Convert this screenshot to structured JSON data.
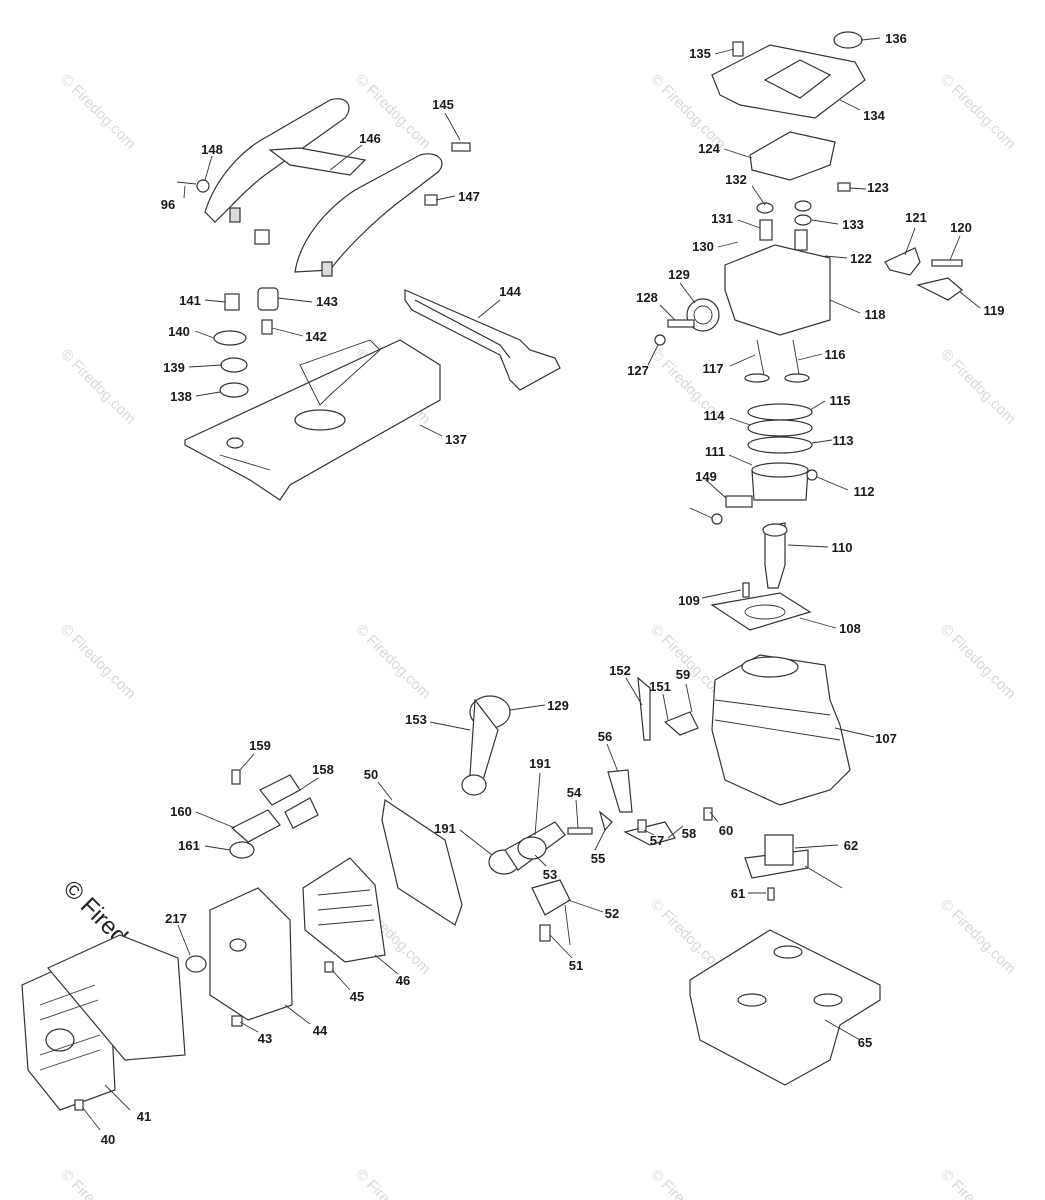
{
  "watermark": {
    "text": "© Firedog.com"
  },
  "callouts": [
    "96",
    "148",
    "146",
    "145",
    "147",
    "141",
    "143",
    "140",
    "142",
    "139",
    "138",
    "144",
    "137",
    "135",
    "136",
    "134",
    "124",
    "132",
    "123",
    "131",
    "133",
    "121",
    "120",
    "130",
    "122",
    "129",
    "128",
    "118",
    "119",
    "127",
    "117",
    "116",
    "114",
    "115",
    "113",
    "111",
    "112",
    "149",
    "110",
    "109",
    "108",
    "152",
    "59",
    "151",
    "107",
    "56",
    "153",
    "129",
    "159",
    "158",
    "50",
    "54",
    "191",
    "60",
    "57",
    "58",
    "55",
    "160",
    "161",
    "191",
    "53",
    "62",
    "61",
    "52",
    "217",
    "51",
    "45",
    "46",
    "44",
    "43",
    "41",
    "40",
    "65"
  ],
  "colors": {
    "ink": "#333333",
    "watermark": "#d8d8d8"
  }
}
